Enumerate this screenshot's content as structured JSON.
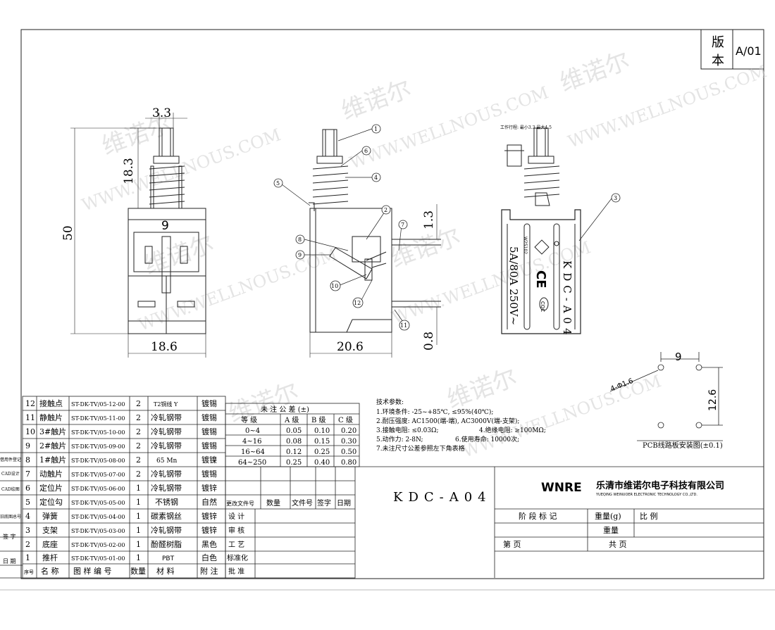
{
  "version": {
    "label_line1": "版",
    "label_line2": "本",
    "value": "A/01"
  },
  "watermark": {
    "cn": "维诺尔",
    "url": "WWW.WELLNOUS.COM"
  },
  "dimensions": {
    "front_width_top": "3.3",
    "front_height_upper": "18.3",
    "front_height_total": "50",
    "front_inner_width": "9",
    "front_width_bottom": "18.6",
    "side_width_bottom": "20.6",
    "side_gap_top": "1.3",
    "side_gap_bottom": "0.8",
    "pcb_spacing_h": "9",
    "pcb_spacing_v": "12.6",
    "pcb_holes": "4-Φ1.6"
  },
  "balloons": [
    "1",
    "2",
    "3",
    "4",
    "5",
    "6",
    "7",
    "8",
    "9",
    "10",
    "11",
    "12"
  ],
  "back_view": {
    "travel_note": "工作行程: 最小3.3 最大4.5",
    "rating": "5A/80A 250V~",
    "ce": "CE",
    "model": "KDC-A04",
    "cqc": "CQC",
    "w2s": "W2S102"
  },
  "pcb_caption": "PCB线路板安装图(±0.1)",
  "tech": {
    "title": "技术参数:",
    "lines": [
      "1.环境条件: -25~+85℃, ≤95%(40℃);",
      "2.耐压强度: AC1500(端-端), AC3000V(端-支架);",
      "3.接触电阻: ≤0.03Ω;",
      "4.绝缘电阻: ≥100MΩ;",
      "5.动作力: 2-8N;",
      "6.使用寿命: 10000次;",
      "7.未注尺寸公差参照左下角表格"
    ]
  },
  "tolerance": {
    "title": "未 注 公 差 (±)",
    "headers": [
      "等 级",
      "A 级",
      "B 级",
      "C 级"
    ],
    "rows": [
      [
        "0~4",
        "0.05",
        "0.10",
        "0.20"
      ],
      [
        "4~16",
        "0.08",
        "0.15",
        "0.30"
      ],
      [
        "16~64",
        "0.12",
        "0.25",
        "0.50"
      ],
      [
        "64~250",
        "0.25",
        "0.40",
        "0.80"
      ]
    ]
  },
  "bom": {
    "headers": [
      "序号",
      "名 称",
      "图 样 编 号",
      "数量",
      "材 料",
      "附 注"
    ],
    "rows": [
      [
        "12",
        "接触点",
        "ST-DK-TV/05-12-00",
        "2",
        "T2铜线 Y",
        "镀锡"
      ],
      [
        "11",
        "静触片",
        "ST-DK-TV/05-11-00",
        "2",
        "冷轧钢带",
        "镀锡"
      ],
      [
        "10",
        "3#触片",
        "ST-DK-TV/05-10-00",
        "2",
        "冷轧钢带",
        "镀锡"
      ],
      [
        "9",
        "2#触片",
        "ST-DK-TV/05-09-00",
        "2",
        "冷轧钢带",
        "镀锡"
      ],
      [
        "8",
        "1#触片",
        "ST-DK-TV/05-08-00",
        "2",
        "65 Mn",
        "镀镍"
      ],
      [
        "7",
        "动触片",
        "ST-DK-TV/05-07-00",
        "2",
        "冷轧钢带",
        "镀锡"
      ],
      [
        "6",
        "定位片",
        "ST-DK-TV/05-06-00",
        "1",
        "冷轧钢带",
        "镀锌"
      ],
      [
        "5",
        "定位勾",
        "ST-DK-TV/05-05-00",
        "1",
        "不锈钢",
        "自然"
      ],
      [
        "4",
        "弹簧",
        "ST-DK-TV/05-04-00",
        "1",
        "碳素钢丝",
        "镀锌"
      ],
      [
        "3",
        "支架",
        "ST-DK-TV/05-03-00",
        "1",
        "冷轧钢带",
        "镀锌"
      ],
      [
        "2",
        "底座",
        "ST-DK-TV/05-02-00",
        "1",
        "酚醛树脂",
        "黑色"
      ],
      [
        "1",
        "推杆",
        "ST-DK-TV/05-01-00",
        "1",
        "PBT",
        "白色"
      ]
    ]
  },
  "side_labels": [
    "借用件登记",
    "CAD设计",
    "CAD绘图",
    "旧底图总号",
    "签 字",
    "日 期"
  ],
  "revision": {
    "headers": [
      "更改文件号",
      "数量",
      "文件号",
      "签字",
      "日期"
    ]
  },
  "roles": [
    "设 计",
    "审 核",
    "工 艺",
    "标准化",
    "批 准"
  ],
  "title_block": {
    "drawing_no": "KDC-A04",
    "company_logo": "WNRE",
    "company_cn": "乐清市维诺尔电子科技有限公司",
    "company_en": "YUEQING WEINUOER ELECTRONIC TECHNOLOGY CO.,LTD.",
    "stage": "阶 段 标 记",
    "weight": "重量(g)",
    "scale": "比 例",
    "weight2": "重量",
    "sheet": "第 页",
    "total": "共 页"
  }
}
